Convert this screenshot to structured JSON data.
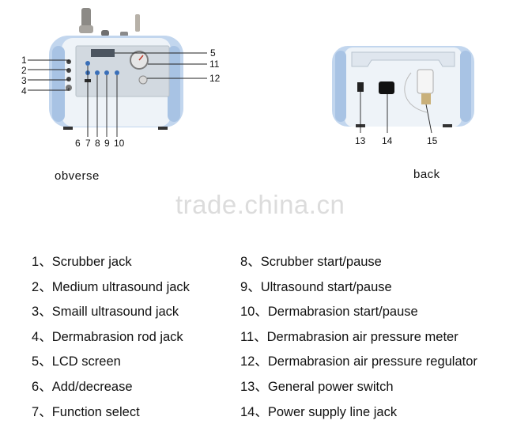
{
  "front_labels": [
    "1",
    "2",
    "3",
    "4",
    "5",
    "6",
    "7",
    "8",
    "9",
    "10",
    "11",
    "12"
  ],
  "back_labels": [
    "13",
    "14",
    "15"
  ],
  "captions": {
    "front": "obverse",
    "back": "back"
  },
  "watermark": "trade.china.cn",
  "colors": {
    "device_body": "#eef3f8",
    "device_side": "#a8c3e4",
    "panel": "#d2d9e0",
    "button": "#3a6fb8"
  },
  "legend_left": [
    {
      "num": "1",
      "text": "Scrubber jack"
    },
    {
      "num": "2",
      "text": "Medium ultrasound jack"
    },
    {
      "num": "3",
      "text": "Smaill ultrasound jack"
    },
    {
      "num": "4",
      "text": "Dermabrasion rod jack"
    },
    {
      "num": "5",
      "text": "LCD screen"
    },
    {
      "num": "6",
      "text": "Add/decrease"
    },
    {
      "num": "7",
      "text": "Function select"
    }
  ],
  "legend_right": [
    {
      "num": "8",
      "text": "Scrubber start/pause"
    },
    {
      "num": "9",
      "text": "Ultrasound start/pause"
    },
    {
      "num": "10",
      "text": "Dermabrasion start/pause"
    },
    {
      "num": "11",
      "text": "Dermabrasion air pressure meter"
    },
    {
      "num": "12",
      "text": "Dermabrasion air pressure regulator"
    },
    {
      "num": "13",
      "text": "General power switch"
    },
    {
      "num": "14",
      "text": "Power supply line jack"
    }
  ]
}
